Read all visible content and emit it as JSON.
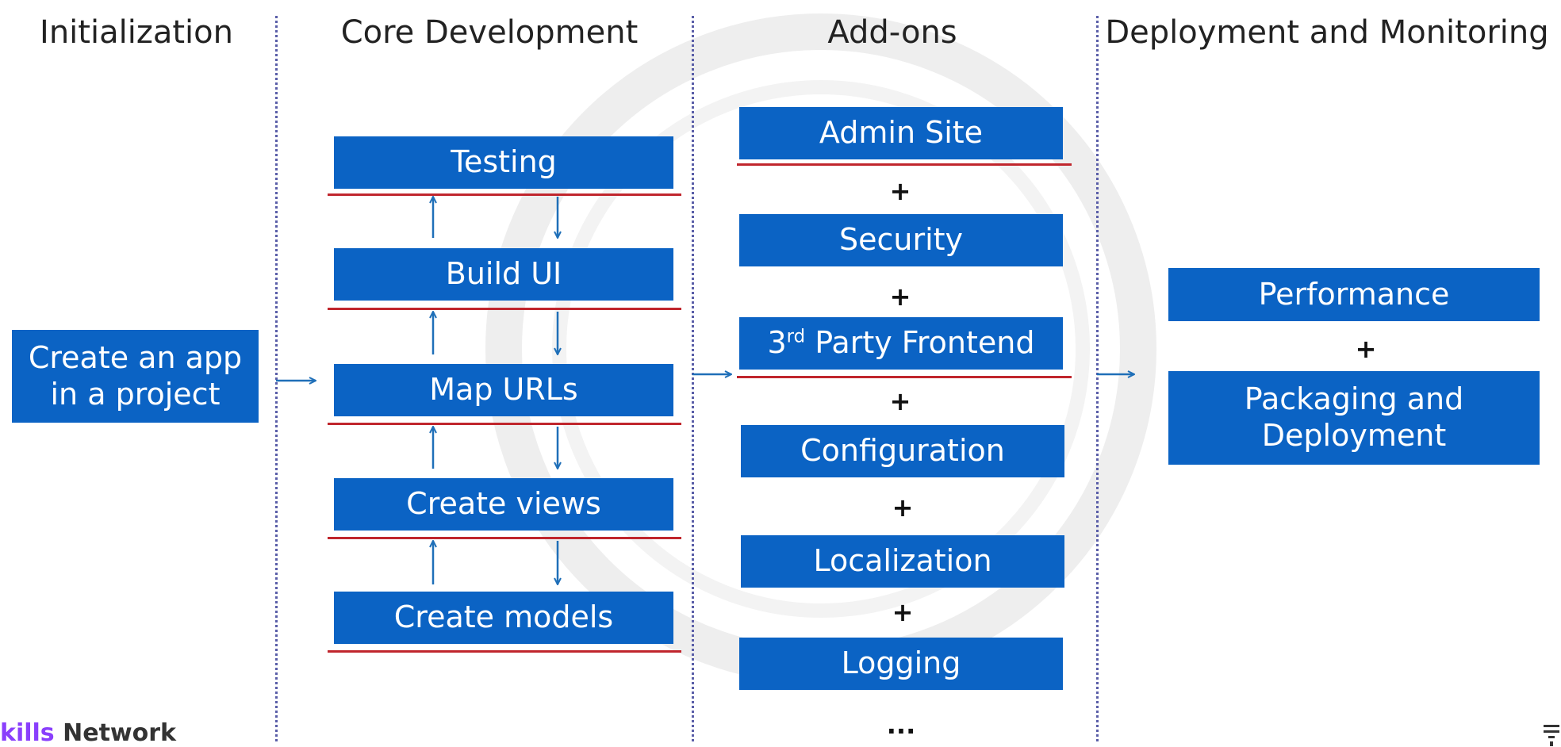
{
  "headings": {
    "initialization": "Initialization",
    "core": "Core Development",
    "addons": "Add-ons",
    "deploy": "Deployment and Monitoring"
  },
  "init_box": {
    "line1": "Create an app",
    "line2": "in a project"
  },
  "core_boxes": [
    "Testing",
    "Build UI",
    "Map URLs",
    "Create views",
    "Create models"
  ],
  "addons": {
    "admin": "Admin Site",
    "security": "Security",
    "party_prefix": "3",
    "party_sup": "rd",
    "party_rest": " Party Frontend",
    "configuration": "Configuration",
    "localization": "Localization",
    "logging": "Logging",
    "ellipsis": "...",
    "plus": "+"
  },
  "deploy": {
    "performance": "Performance",
    "packaging_line1": "Packaging and",
    "packaging_line2": "Deployment",
    "plus": "+"
  },
  "footer": {
    "logo_part1": "kills",
    "logo_part2": " Network"
  },
  "colors": {
    "box": "#0b63c4",
    "red_line": "#c0262d",
    "arrow": "#1f6fb8",
    "divider": "#5a5ea8"
  }
}
